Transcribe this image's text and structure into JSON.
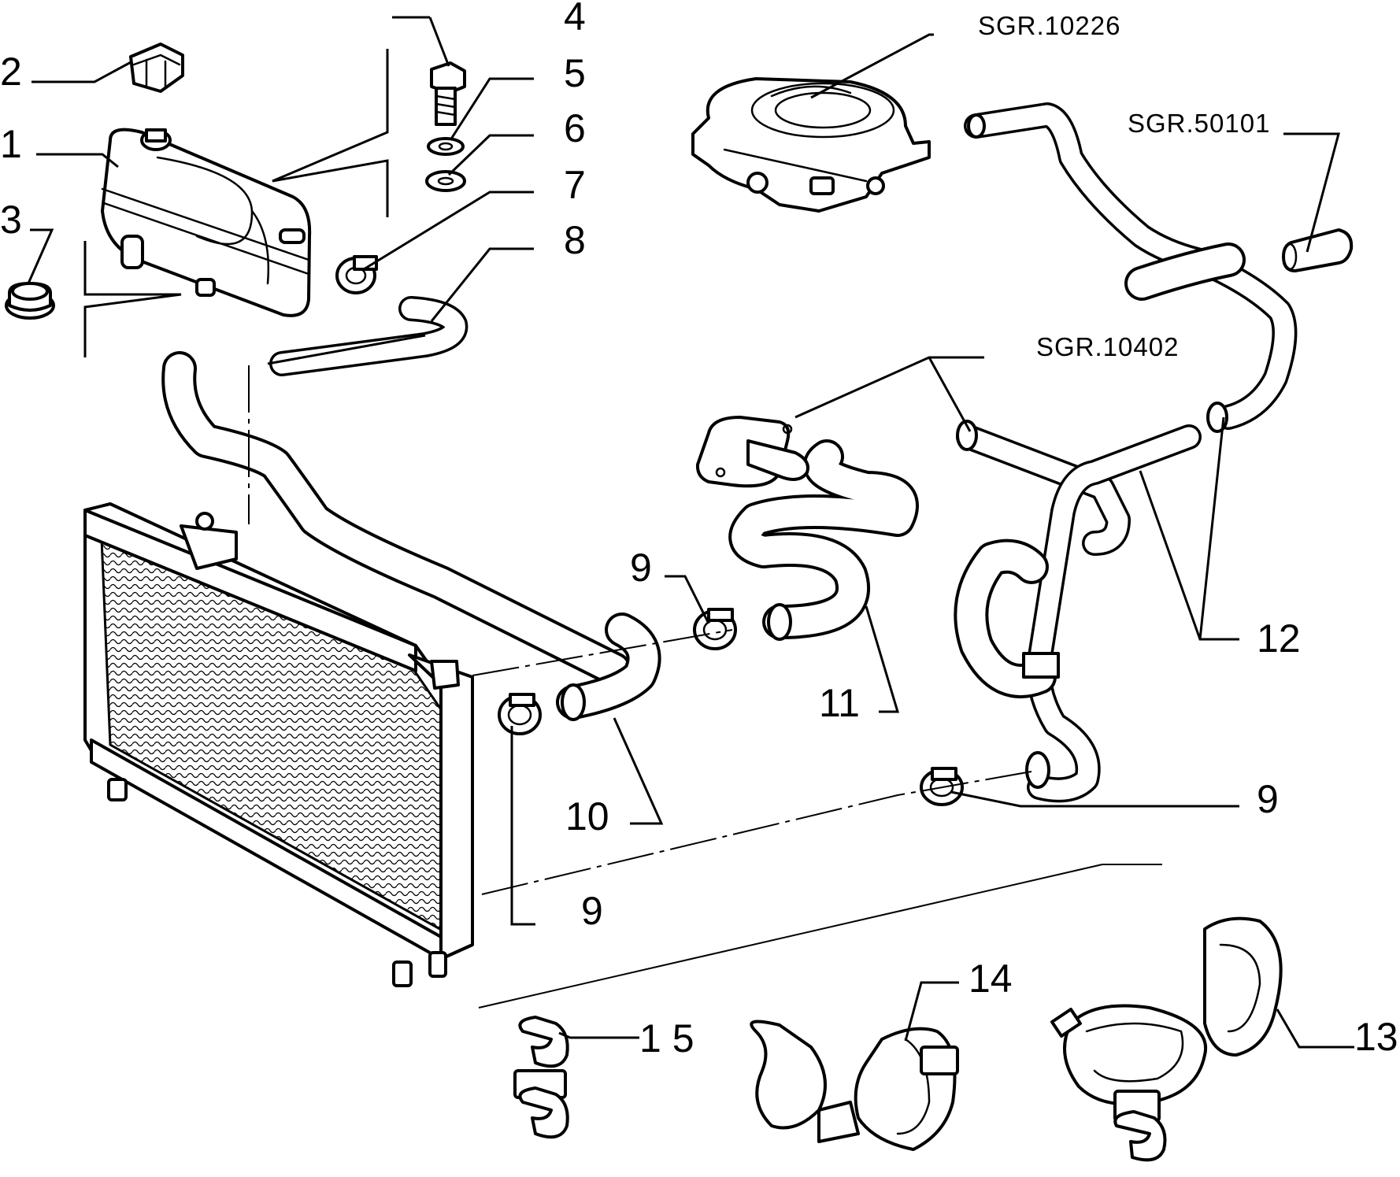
{
  "callouts": {
    "c1": "1",
    "c2": "2",
    "c3": "3",
    "c4": "4",
    "c5": "5",
    "c6": "6",
    "c7": "7",
    "c8": "8",
    "c9a": "9",
    "c9b": "9",
    "c9c": "9",
    "c10": "10",
    "c11": "11",
    "c12": "12",
    "c13": "13",
    "c14": "14",
    "c15": "1 5"
  },
  "references": {
    "throttle_body": "SGR.10226",
    "sleeve": "SGR.50101",
    "thermostat": "SGR.10402"
  },
  "colors": {
    "line": "#000000",
    "background": "#ffffff"
  }
}
